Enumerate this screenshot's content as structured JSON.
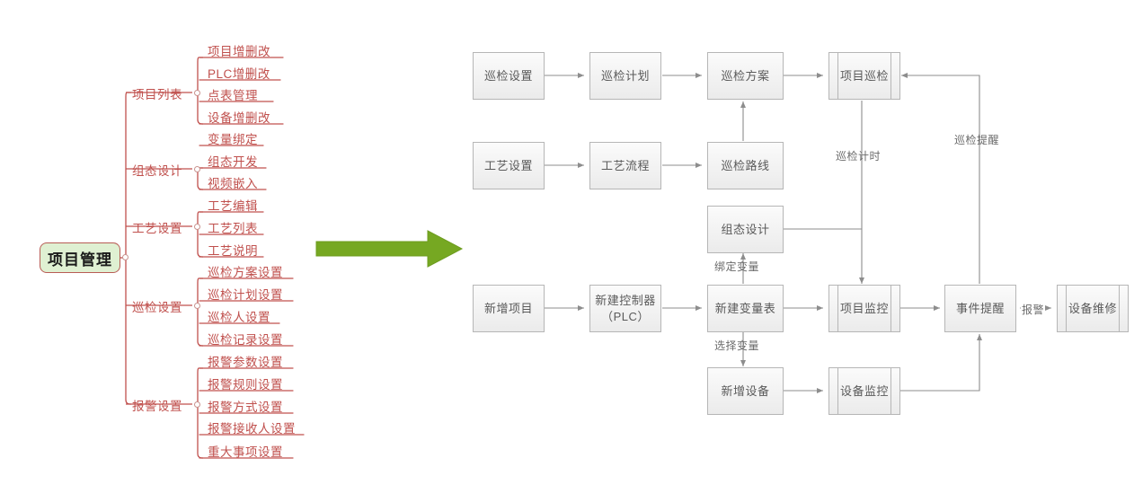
{
  "mindmap": {
    "root": {
      "label": "项目管理",
      "fill": "#dff0d2",
      "border": "#b85c55"
    },
    "line_color": "#c0504d",
    "branches": [
      {
        "label": "项目列表",
        "leaves": [
          "项目增删改",
          "PLC增删改",
          "点表管理",
          "设备增删改",
          "变量绑定"
        ]
      },
      {
        "label": "组态设计",
        "leaves": [
          "组态开发",
          "视频嵌入"
        ]
      },
      {
        "label": "工艺设置",
        "leaves": [
          "工艺编辑",
          "工艺列表",
          "工艺说明"
        ]
      },
      {
        "label": "巡检设置",
        "leaves": [
          "巡检方案设置",
          "巡检计划设置",
          "巡检人设置",
          "巡检记录设置"
        ]
      },
      {
        "label": "报警设置",
        "leaves": [
          "报警参数设置",
          "报警规则设置",
          "报警方式设置",
          "报警接收人设置",
          "重大事项设置"
        ]
      }
    ]
  },
  "transition_arrow": {
    "name": "green-right-arrow",
    "color": "#76a822"
  },
  "flowchart": {
    "box_fill": "#f2f2f2",
    "box_border": "#b6b6b6",
    "nodes": [
      {
        "id": "n1",
        "label": "巡检设置",
        "type": "process"
      },
      {
        "id": "n2",
        "label": "巡检计划",
        "type": "process"
      },
      {
        "id": "n3",
        "label": "巡检方案",
        "type": "process"
      },
      {
        "id": "n4",
        "label": "项目巡检",
        "type": "predefined-process"
      },
      {
        "id": "n5",
        "label": "工艺设置",
        "type": "process"
      },
      {
        "id": "n6",
        "label": "工艺流程",
        "type": "process"
      },
      {
        "id": "n7",
        "label": "巡检路线",
        "type": "process"
      },
      {
        "id": "n8",
        "label": "组态设计",
        "type": "process"
      },
      {
        "id": "n9",
        "label": "新增项目",
        "type": "process"
      },
      {
        "id": "n10",
        "label": "新建控制器\n（PLC）",
        "type": "process"
      },
      {
        "id": "n11",
        "label": "新建变量表",
        "type": "process"
      },
      {
        "id": "n12",
        "label": "项目监控",
        "type": "predefined-process"
      },
      {
        "id": "n13",
        "label": "事件提醒",
        "type": "process"
      },
      {
        "id": "n14",
        "label": "设备维修",
        "type": "predefined-process"
      },
      {
        "id": "n15",
        "label": "新增设备",
        "type": "process"
      },
      {
        "id": "n16",
        "label": "设备监控",
        "type": "predefined-process"
      }
    ],
    "edge_labels": [
      {
        "id": "e1",
        "label": "巡检计时"
      },
      {
        "id": "e2",
        "label": "巡检提醒"
      },
      {
        "id": "e3",
        "label": "绑定变量"
      },
      {
        "id": "e4",
        "label": "选择变量"
      },
      {
        "id": "e5",
        "label": "报警"
      }
    ]
  }
}
